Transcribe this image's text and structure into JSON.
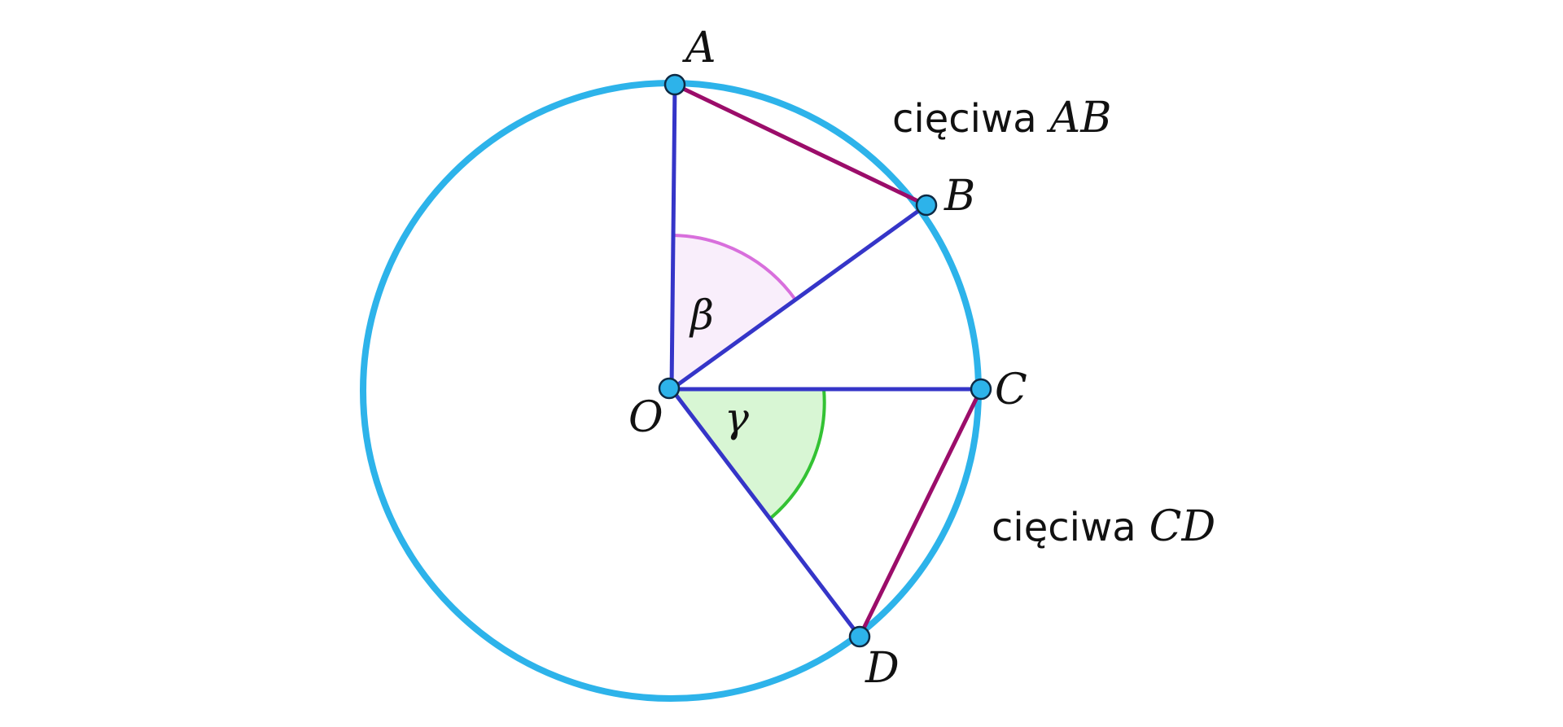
{
  "points": {
    "A": "A",
    "B": "B",
    "C": "C",
    "D": "D",
    "O": "O"
  },
  "angles": {
    "beta": "β",
    "gamma": "γ"
  },
  "chords": {
    "ab_word": "cięciwa",
    "ab_name": "AB",
    "cd_word": "cięciwa",
    "cd_name": "CD"
  },
  "colors": {
    "circle": "#2DB3EA",
    "radius": "#3535C8",
    "chord": "#9B0D6A",
    "beta_fill": "#F9EEFB",
    "beta_stroke": "#D86FDC",
    "gamma_fill": "#D8F6D4",
    "gamma_stroke": "#33C233",
    "point_fill": "#2DB3EA",
    "point_stroke": "#0E2A44"
  }
}
